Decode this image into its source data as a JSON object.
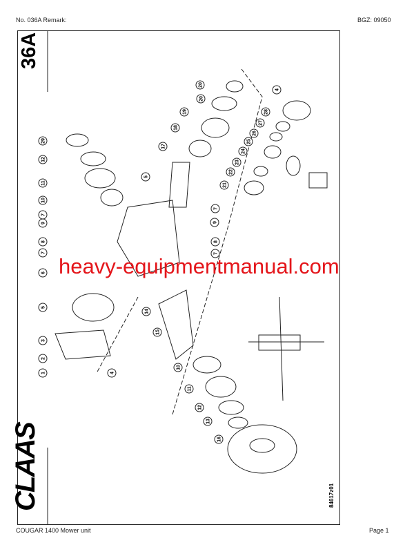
{
  "header": {
    "left": "No. 036A   Remark:",
    "right": "BGZ: 09050"
  },
  "footer": {
    "left": "COUGAR 1400 Mower unit",
    "right": "Page 1"
  },
  "diagram": {
    "code": "36A",
    "logo": "CLAAS",
    "drawing_number": "84617z01",
    "watermark": "heavy-equipmentmanual.com",
    "callouts": [
      "20",
      "20",
      "19",
      "18",
      "17",
      "5",
      "29",
      "12",
      "11",
      "10",
      "7",
      "9",
      "8",
      "7",
      "6",
      "5",
      "3",
      "2",
      "1",
      "4",
      "14",
      "15",
      "10",
      "11",
      "12",
      "13",
      "16",
      "4",
      "28",
      "27",
      "26",
      "25",
      "24",
      "23",
      "22",
      "21",
      "7",
      "9",
      "8",
      "7"
    ]
  }
}
